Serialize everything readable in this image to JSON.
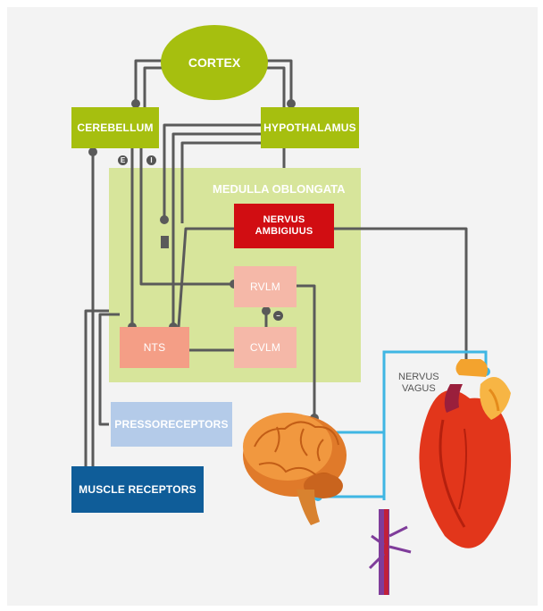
{
  "nodes": {
    "cortex": "CORTEX",
    "cerebellum": "CEREBELLUM",
    "hypothalamus": "HYPOTHALAMUS",
    "medulla": "MEDULLA OBLONGATA",
    "nervus_ambiguus_line1": "NERVUS",
    "nervus_ambiguus_line2": "AMBIGIUUS",
    "rvlm": "RVLM",
    "cvlm": "CVLM",
    "nts": "NTS",
    "pressoreceptors": "PRESSORECEPTORS",
    "muscle_receptors": "MUSCLE RECEPTORS",
    "nervus_vagus_line1": "NERVUS",
    "nervus_vagus_line2": "VAGUS"
  },
  "markers": {
    "excitatory": "E",
    "inhibitory": "I",
    "minus": "−"
  },
  "colors": {
    "green": "#a6bf0f",
    "medulla_region": "#d7e59b",
    "red": "#d10d12",
    "salmon": "#f49e86",
    "pink": "#f5b8a8",
    "light_blue": "#b4cbe9",
    "dark_blue": "#0f5d99",
    "gray_line": "#5a5a5a",
    "cyan_line": "#3fb6e3"
  },
  "icons": [
    "brain-icon",
    "heart-icon",
    "blood-vessel-icon"
  ]
}
